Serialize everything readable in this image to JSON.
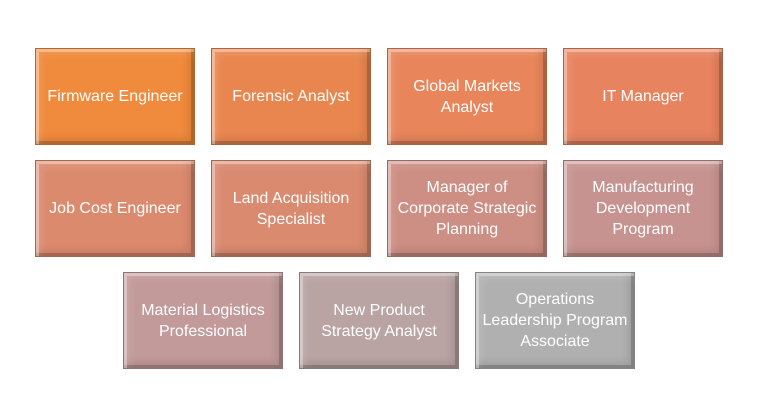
{
  "tiles": [
    {
      "label": "Firmware Engineer",
      "color": "#f08a3c"
    },
    {
      "label": "Forensic Analyst",
      "color": "#e9864f"
    },
    {
      "label": "Global Markets Analyst",
      "color": "#e8855a"
    },
    {
      "label": "IT Manager",
      "color": "#e7835f"
    },
    {
      "label": "Job Cost Engineer",
      "color": "#dc8a6e"
    },
    {
      "label": "Land Acquisition Specialist",
      "color": "#d98a6f"
    },
    {
      "label": "Manager of Corporate Strategic Planning",
      "color": "#cd8e83"
    },
    {
      "label": "Manufacturing Development Program",
      "color": "#c79390"
    },
    {
      "label": "Material Logistics Professional",
      "color": "#c29a99"
    },
    {
      "label": "New Product Strategy Analyst",
      "color": "#b9a3a3"
    },
    {
      "label": "Operations Leadership Program Associate",
      "color": "#b0b0b0"
    }
  ]
}
